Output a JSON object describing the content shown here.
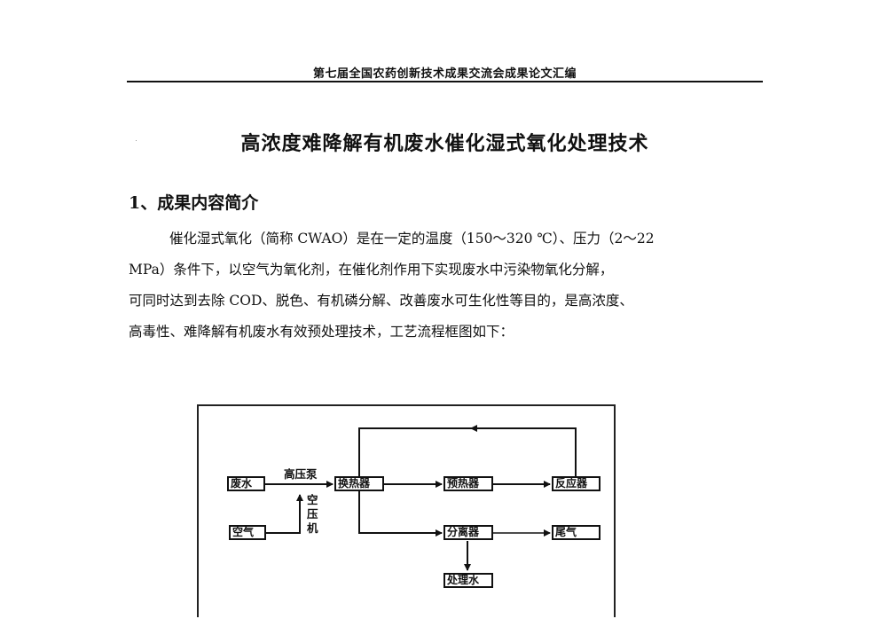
{
  "header": {
    "running_title": "第七届全国农药创新技术成果交流会成果论文汇编"
  },
  "article": {
    "title": "高浓度难降解有机废水催化湿式氧化处理技术",
    "section_1": {
      "heading": "1、成果内容简介",
      "paragraph_lines": [
        "催化湿式氧化（简称 CWAO）是在一定的温度（150～320 ℃）、压力（2～22",
        "MPa）条件下，以空气为氧化剂，在催化剂作用下实现废水中污染物氧化分解，",
        "可同时达到去除 COD、脱色、有机磷分解、改善废水可生化性等目的，是高浓度、",
        "高毒性、难降解有机废水有效预处理技术，工艺流程框图如下："
      ]
    }
  },
  "diagram": {
    "boxes": {
      "wastewater": "废水",
      "air": "空气",
      "heat_exchanger": "换热器",
      "preheater": "预热器",
      "reactor": "反应器",
      "separator": "分离器",
      "tail_gas": "尾气",
      "treated_water": "处理水"
    },
    "labels": {
      "high_pressure_pump": "高压泵",
      "air_compressor": "空压机"
    },
    "line_color": "#111111"
  }
}
